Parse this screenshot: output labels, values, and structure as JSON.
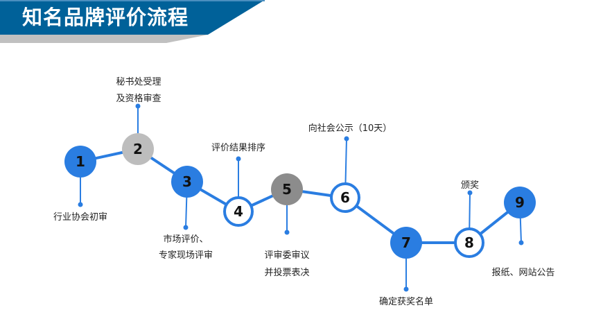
{
  "header": {
    "title": "知名品牌评价流程"
  },
  "colors": {
    "header": "#006199",
    "accent": "#2a7de1",
    "grey": "#bdbdbd",
    "dark_grey": "#8c8c8c"
  },
  "steps": [
    {
      "num": "1",
      "style": "blue",
      "label": [
        "行业协会初审"
      ],
      "dir": "down"
    },
    {
      "num": "2",
      "style": "grey",
      "label": [
        "秘书处受理",
        "及资格审查"
      ],
      "dir": "up"
    },
    {
      "num": "3",
      "style": "blue",
      "label": [
        "市场评价、",
        "专家现场评审"
      ],
      "dir": "down"
    },
    {
      "num": "4",
      "style": "outline",
      "label": [
        "评价结果排序"
      ],
      "dir": "up"
    },
    {
      "num": "5",
      "style": "darkgrey",
      "label": [
        "评审委审议",
        "并投票表决"
      ],
      "dir": "down"
    },
    {
      "num": "6",
      "style": "outline",
      "label": [
        "向社会公示（10天）"
      ],
      "dir": "up"
    },
    {
      "num": "7",
      "style": "blue",
      "label": [
        "确定获奖名单"
      ],
      "dir": "down"
    },
    {
      "num": "8",
      "style": "outline",
      "label": [
        "颁奖"
      ],
      "dir": "up"
    },
    {
      "num": "9",
      "style": "blue",
      "label": [
        "报纸、网站公告"
      ],
      "dir": "down"
    }
  ]
}
